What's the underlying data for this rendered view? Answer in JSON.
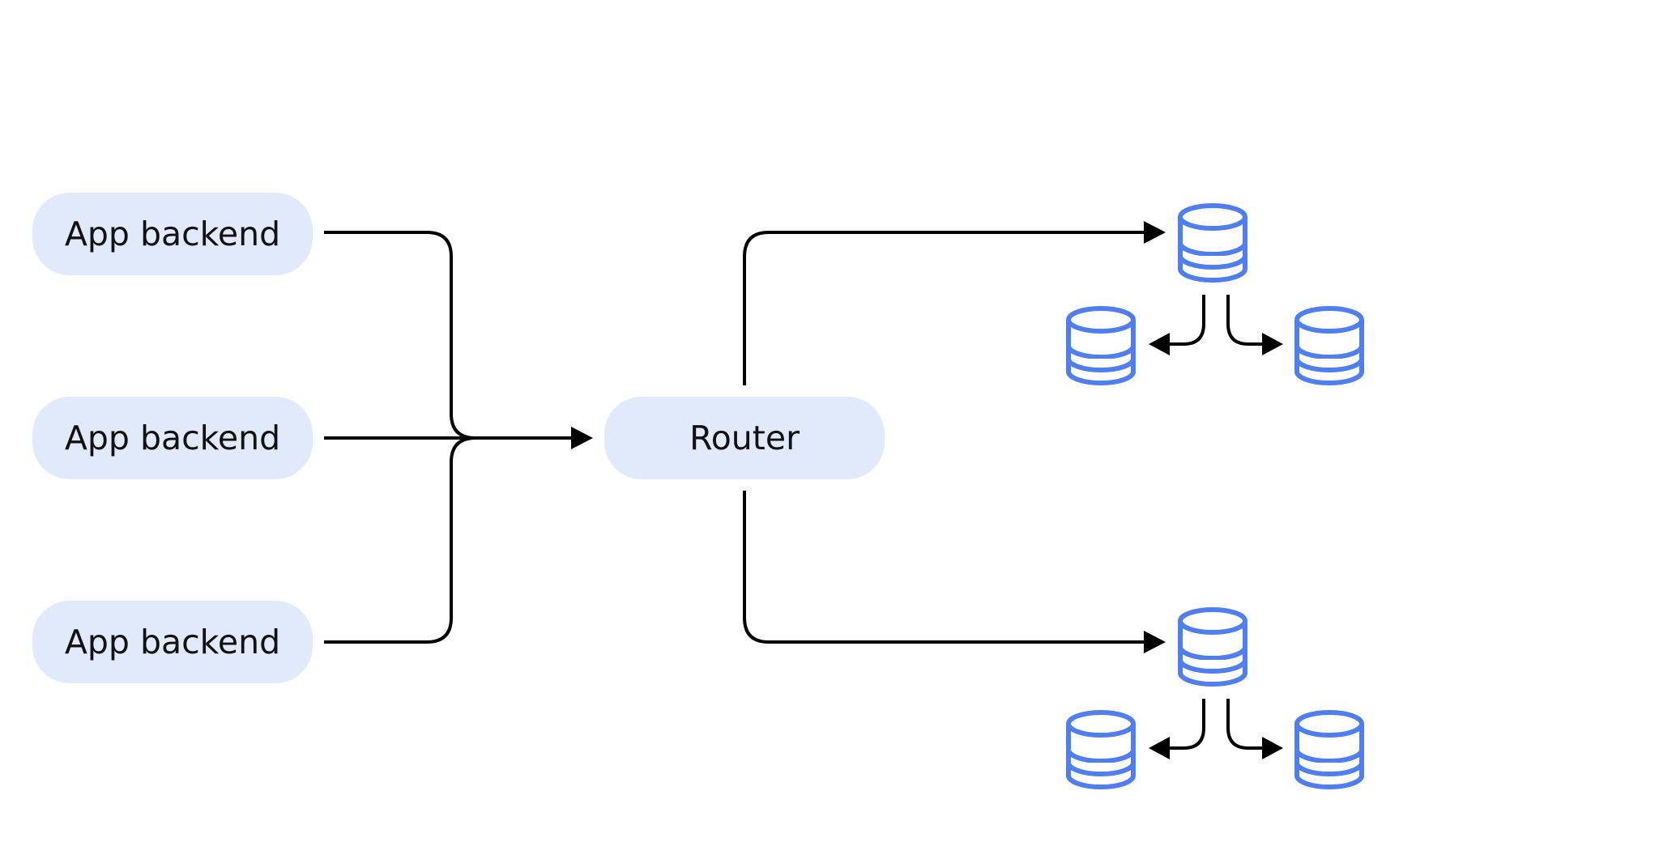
{
  "diagram": {
    "backends": [
      {
        "label": "App backend"
      },
      {
        "label": "App backend"
      },
      {
        "label": "App backend"
      }
    ],
    "router": {
      "label": "Router"
    },
    "database_groups": [
      {
        "primary": "database-icon",
        "replicas": [
          "database-icon",
          "database-icon"
        ]
      },
      {
        "primary": "database-icon",
        "replicas": [
          "database-icon",
          "database-icon"
        ]
      }
    ],
    "colors": {
      "node_fill": "#e1eafb",
      "database_stroke": "#4f7ef0",
      "connector": "#000000"
    }
  }
}
